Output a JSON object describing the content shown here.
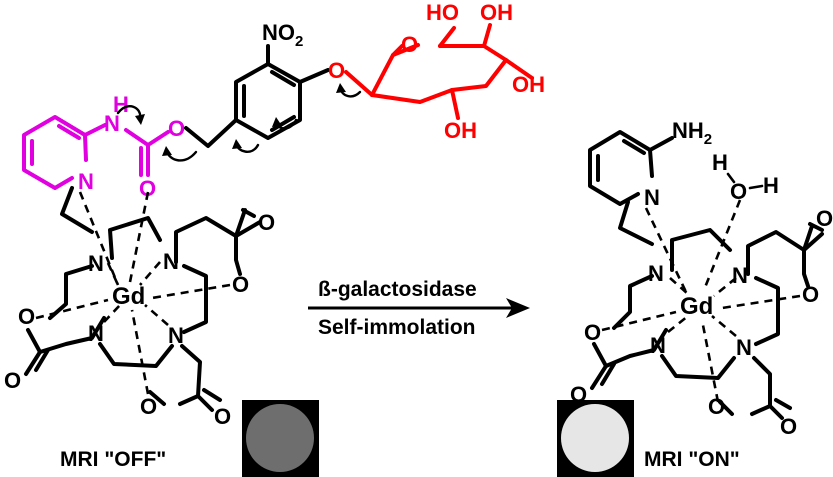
{
  "reaction": {
    "enzyme_label": "ß-galactosidase",
    "process_label": "Self-immolation"
  },
  "probe_off": {
    "state_label": "MRI \"OFF\"",
    "atoms": {
      "metal": "Gd",
      "amide_h": "H",
      "amide_n": "N",
      "carbonyl_o": "O",
      "ester_o": "O",
      "pyridine_n": "N",
      "nitro": "NO",
      "nitro_sub": "2",
      "aryl_o": "O",
      "ring_o": "O",
      "oh_1": "HO",
      "oh_2": "OH",
      "oh_3": "OH",
      "oh_4": "OH",
      "macro_n1": "N",
      "macro_n2": "N",
      "macro_n3": "N",
      "macro_n4": "N",
      "carboxylate_o1": "O",
      "carboxylate_o2": "O",
      "carboxylate_o3": "O",
      "carbonyl_o1": "O",
      "carbonyl_o2": "O",
      "carbonyl_o3": "O"
    },
    "phantom_brightness": "dark"
  },
  "probe_on": {
    "state_label": "MRI \"ON\"",
    "atoms": {
      "metal": "Gd",
      "amine": "NH",
      "amine_sub": "2",
      "pyridine_n": "N",
      "water_o": "O",
      "water_h1": "H",
      "water_h2": "H",
      "macro_n1": "N",
      "macro_n2": "N",
      "macro_n3": "N",
      "macro_n4": "N",
      "carboxylate_o1": "O",
      "carboxylate_o2": "O",
      "carboxylate_o3": "O",
      "carbonyl_o1": "O",
      "carbonyl_o2": "O",
      "carbonyl_o3": "O"
    },
    "phantom_brightness": "bright"
  },
  "colors": {
    "pyridine_carbamate": "#e000e0",
    "galactose": "#ff0000",
    "bonds": "#000000"
  }
}
